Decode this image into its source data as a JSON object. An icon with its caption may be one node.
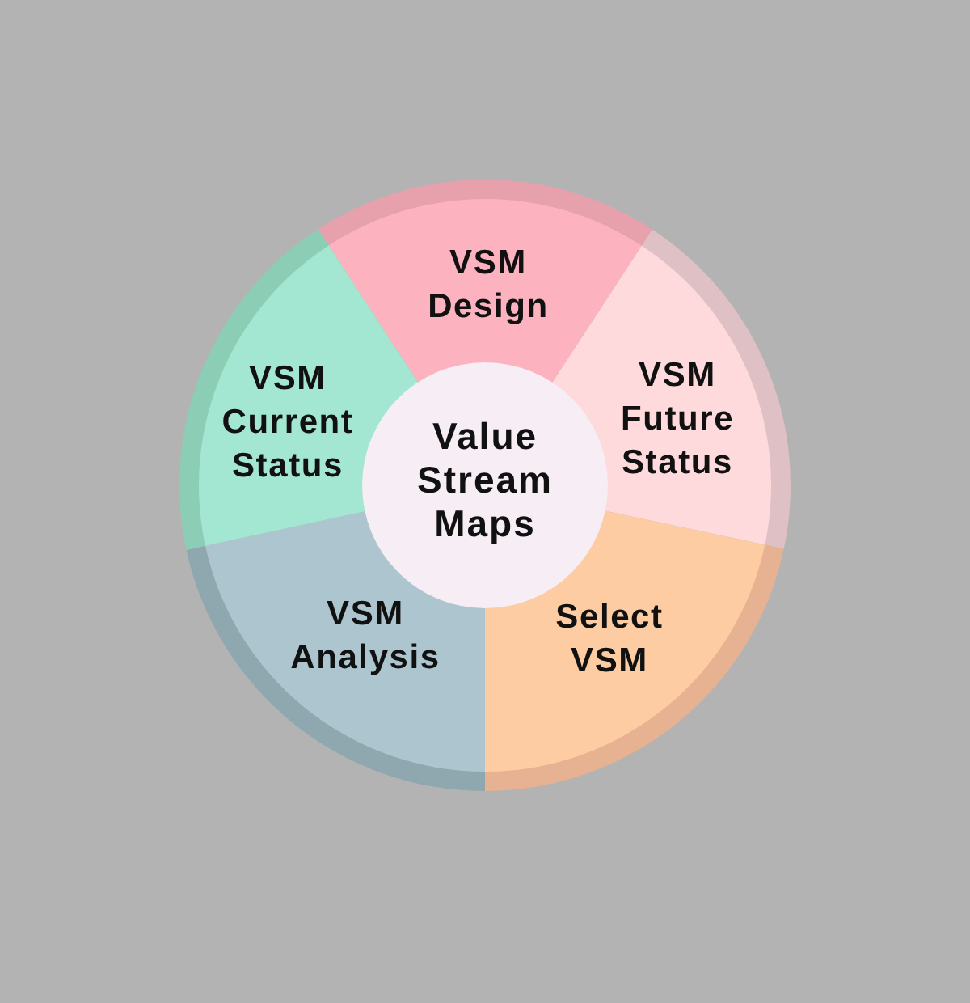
{
  "diagram": {
    "nodes": [
      {
        "text": [
          "Value Stream Maps"
        ]
      },
      {
        "text": [
          "VSM Design"
        ]
      },
      {
        "text": [
          "VSM Future Status"
        ]
      },
      {
        "text": [
          "Select VSM"
        ]
      },
      {
        "text": [
          "VSM Analysis"
        ]
      },
      {
        "text": [
          "VSM Current Status"
        ]
      }
    ]
  }
}
